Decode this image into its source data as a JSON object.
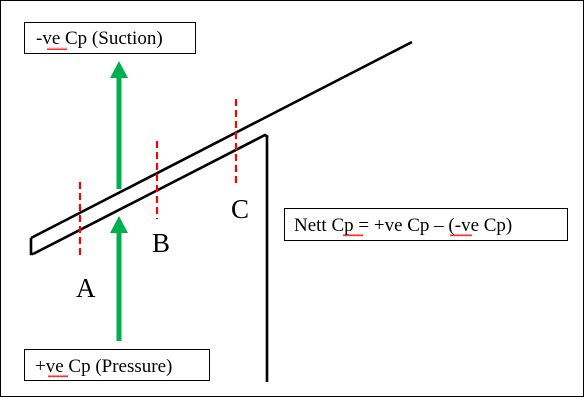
{
  "diagram": {
    "suction_box": "-ve Cp (Suction)",
    "pressure_box": "+ve Cp (Pressure)",
    "nett_box": "Nett Cp = +ve Cp – (-ve Cp)",
    "points": {
      "a": "A",
      "b": "B",
      "c": "C"
    },
    "colors": {
      "arrow": "#00b050",
      "section_line": "#ff0000",
      "outline": "#000000",
      "spellcheck_underline": "#ff0000"
    },
    "icons": {
      "suction_arrow": "arrow-up-icon",
      "pressure_arrow": "arrow-up-icon"
    }
  }
}
